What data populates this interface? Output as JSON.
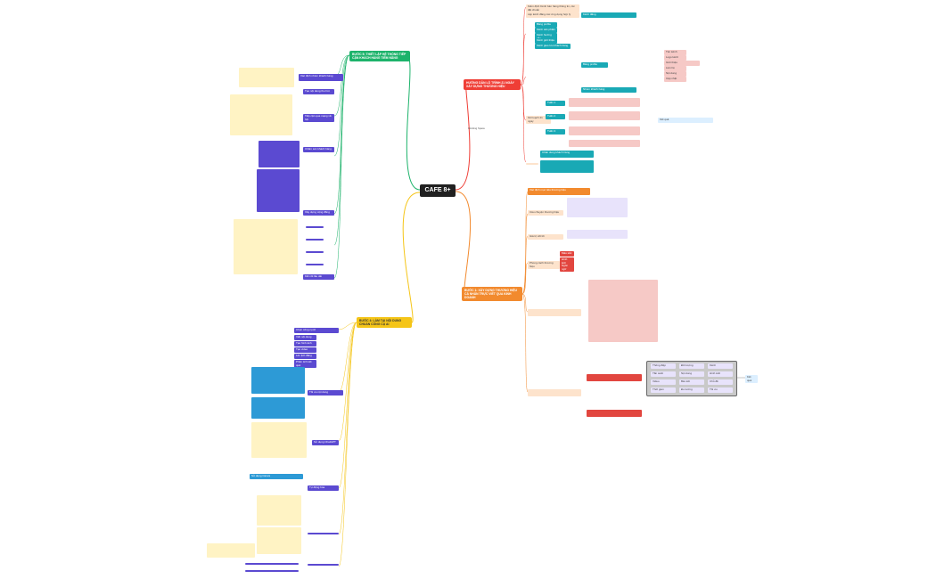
{
  "root": {
    "title": "CAFE 8+"
  },
  "floating_note": "Working Space",
  "branches": {
    "b5": {
      "title": "BƯỚC 5: THIẾT LẬP HỆ THỐNG TIẾP CẬN KHÁCH HÀNG TIỀM NĂNG"
    },
    "b2": {
      "title": "HƯỚNG DẪN LỘ TRÌNH 21 NGÀY XÂY DỰNG THƯƠNG HIỆU"
    },
    "b1": {
      "title": "BƯỚC 1: XÂY DỰNG THƯƠNG HIỆU CÁ NHÂN TRỰC VIẾT QUA KINH DOANH"
    },
    "b4": {
      "title": "BƯỚC 4: LÀM TẠI NỘI DUNG CHUẨN CÔNG CỤ AI"
    }
  },
  "right_top_items": [
    "Kiểm định Kênh bán hàng thông tin, cài đặt chuẩn",
    "Lập kênh đăng các ứng dụng hợp lý",
    "Kênh đăng",
    "Bảng profile",
    "Kênh sản phẩm",
    "Kênh hướng dẫn",
    "Kênh giới thiệu",
    "Kênh giao lưu khách hàng"
  ],
  "right_profile_items": [
    "Tên kênh",
    "Logo kênh",
    "Giới thiệu",
    "Liên hệ",
    "Nội dung",
    "Cập nhật"
  ],
  "right_section_b2": [
    "Nhóm khách hàng",
    "Chân dung khách hàng",
    "Kế hoạch 21 ngày",
    "Tuần 1",
    "Tuần 2",
    "Tuần 3"
  ],
  "right_section_b1": [
    "Xác định mục tiêu thương hiệu",
    "Câu chuyện thương hiệu",
    "Giá trị cốt lõi",
    "Phong cách thương hiệu",
    "Màu sắc",
    "Hình ảnh",
    "Ngôn ngữ"
  ],
  "right_grid": [
    "Thông điệp",
    "Đối tượng",
    "Kênh",
    "Tần suất",
    "Nội dung",
    "Hình ảnh",
    "Video",
    "Bài viết",
    "Chủ đề",
    "Thời gian",
    "Đo lường",
    "Tối ưu"
  ],
  "side_label": "Kết quả",
  "left_b5_items": [
    "Xác định nhóm khách hàng",
    "Tạo nội dung thu hút",
    "Tiếp cận qua mạng xã hội",
    "Chăm sóc khách hàng",
    "Xây dựng cộng đồng",
    "Kết nối lâu dài"
  ],
  "left_b4_items": [
    "Chọn công cụ AI",
    "Viết nội dung",
    "Tạo hình ảnh",
    "Tạo video",
    "Lên lịch đăng",
    "Phân tích kết quả",
    "Tối ưu nội dung",
    "Sử dụng ChatGPT",
    "Sử dụng Canva",
    "Tự động hóa"
  ],
  "colors": {
    "root": "#202020",
    "green": "#1db36b",
    "red": "#ef3e36",
    "orange": "#f28a2e",
    "yellow": "#f5c518",
    "blue": "#2d9ad6",
    "purple": "#5b4ad1"
  }
}
